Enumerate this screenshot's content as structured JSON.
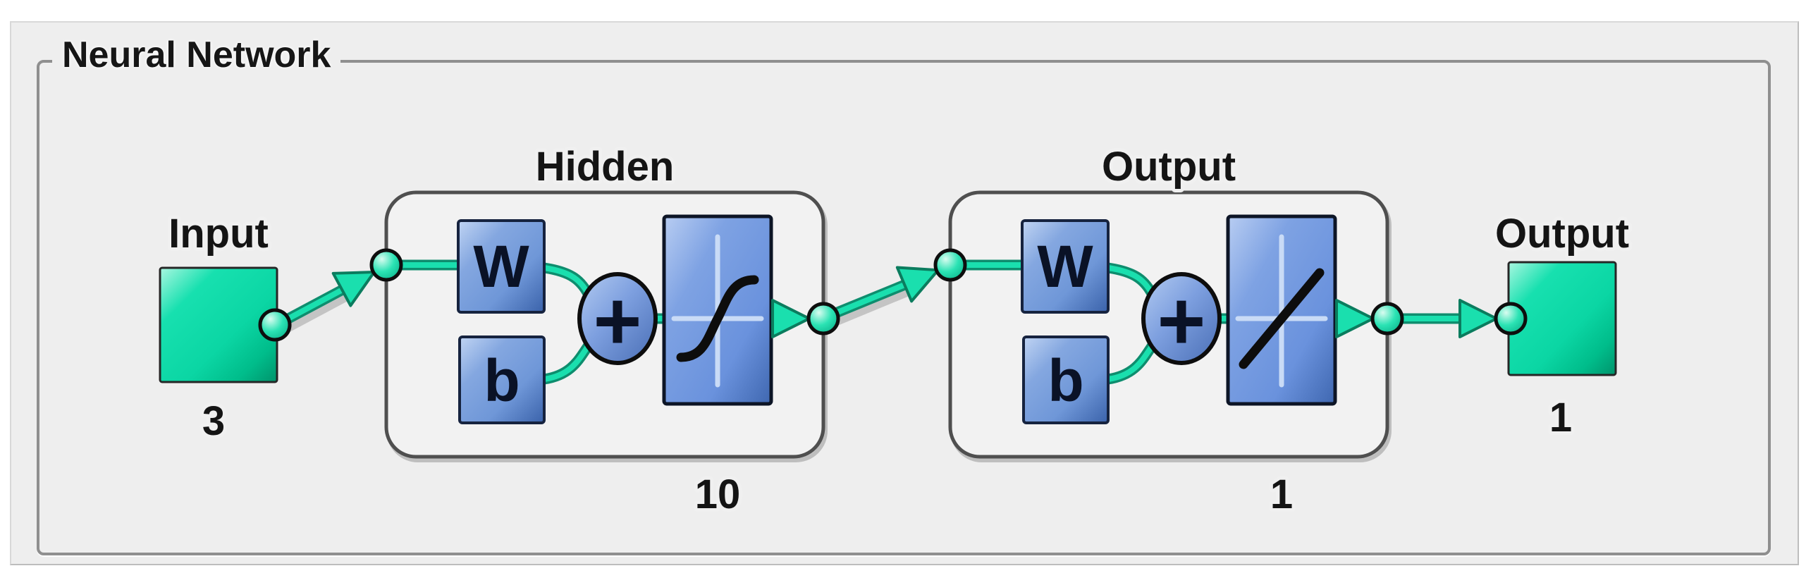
{
  "panel": {
    "title": "Neural Network"
  },
  "diagram": {
    "input": {
      "label": "Input",
      "size": "3"
    },
    "layers": [
      {
        "label": "Hidden",
        "size": "10",
        "weight_label": "W",
        "bias_label": "b",
        "sum_label": "+",
        "transfer_icon": "sigmoid-curve-icon"
      },
      {
        "label": "Output",
        "size": "1",
        "weight_label": "W",
        "bias_label": "b",
        "sum_label": "+",
        "transfer_icon": "linear-line-icon"
      }
    ],
    "output": {
      "label": "Output",
      "size": "1"
    },
    "colors": {
      "page_bg": "#ffffff",
      "panel_bg": "#eeeeee",
      "groupbox_border": "#8f8f8f",
      "layer_box_border": "#4f4f4f",
      "signal_green": "#1adfae",
      "signal_green_dark": "#0e8d6e",
      "node_green": "#2be3b4",
      "input_square_green": "#0bd6a4",
      "block_blue": "#7198d8",
      "block_blue_dark": "#3a62aa",
      "activation_blue": "#6e96dd",
      "outline_black": "#0d0d0d",
      "text_color": "#141414"
    }
  }
}
